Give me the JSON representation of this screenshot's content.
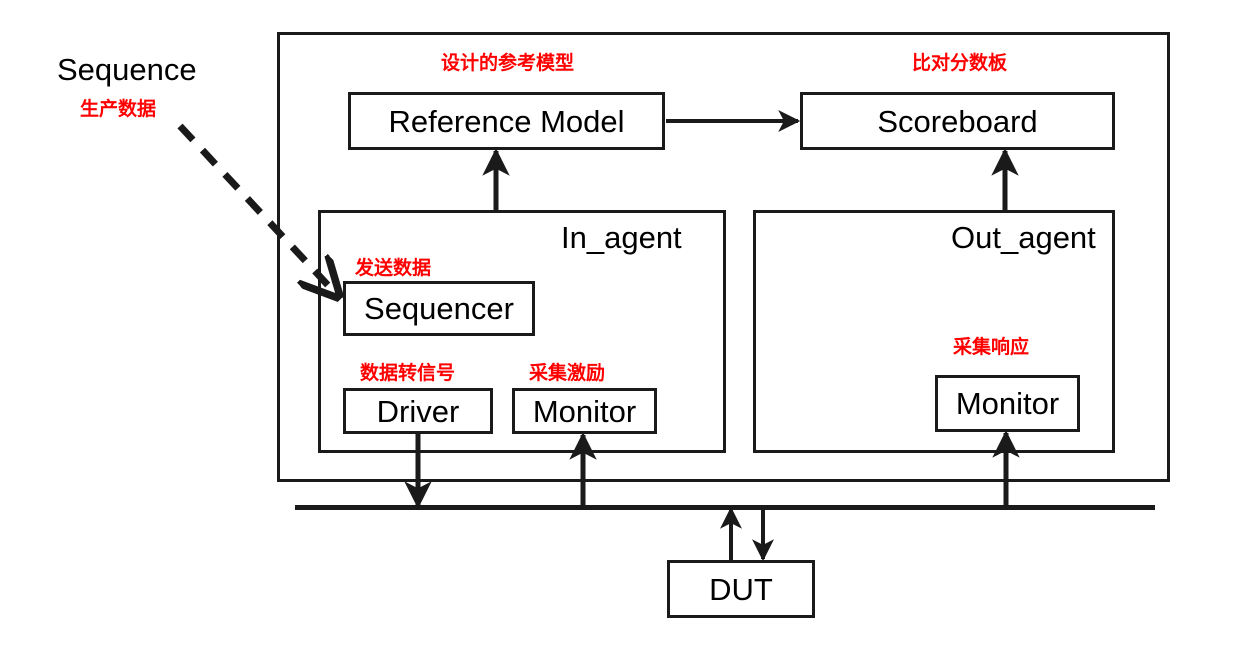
{
  "diagram": {
    "title_note": "UVM testbench architecture block diagram",
    "colors": {
      "stroke": "#1a1a1a",
      "annotation": "#ff0000",
      "text": "#000000",
      "background": "#ffffff"
    },
    "external": {
      "sequence_label": "Sequence",
      "sequence_note": "生产数据"
    },
    "env": {
      "reference_model": {
        "label": "Reference Model",
        "note": "设计的参考模型"
      },
      "scoreboard": {
        "label": "Scoreboard",
        "note": "比对分数板"
      },
      "in_agent": {
        "title": "In_agent",
        "components": [
          {
            "label": "Sequencer",
            "note": "发送数据"
          },
          {
            "label": "Driver",
            "note": "数据转信号"
          },
          {
            "label": "Monitor",
            "note": "采集激励"
          }
        ]
      },
      "out_agent": {
        "title": "Out_agent",
        "components": [
          {
            "label": "Monitor",
            "note": "采集响应"
          }
        ]
      }
    },
    "dut": {
      "label": "DUT"
    },
    "connections": [
      {
        "from": "Sequence",
        "to": "Sequencer",
        "style": "dashed",
        "arrow": "open"
      },
      {
        "from": "Reference Model",
        "to": "Scoreboard",
        "style": "solid",
        "arrow": "filled"
      },
      {
        "from": "In_agent",
        "to": "Reference Model",
        "style": "solid",
        "arrow": "filled"
      },
      {
        "from": "Out_agent",
        "to": "Scoreboard",
        "style": "solid",
        "arrow": "filled"
      },
      {
        "from": "Driver",
        "to": "bus",
        "style": "solid",
        "arrow": "filled"
      },
      {
        "from": "bus",
        "to": "In_agent Monitor",
        "style": "solid",
        "arrow": "filled"
      },
      {
        "from": "bus",
        "to": "Out_agent Monitor",
        "style": "solid",
        "arrow": "filled"
      },
      {
        "from": "DUT",
        "to": "bus",
        "style": "solid",
        "arrow": "filled"
      },
      {
        "from": "bus",
        "to": "DUT",
        "style": "solid",
        "arrow": "filled"
      }
    ]
  }
}
